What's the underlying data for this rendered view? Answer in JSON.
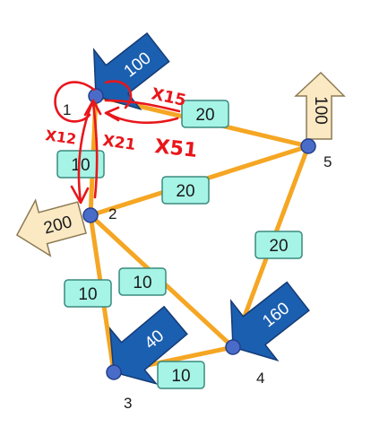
{
  "nodes": [
    {
      "id": "1",
      "label": "1"
    },
    {
      "id": "2",
      "label": "2"
    },
    {
      "id": "3",
      "label": "3"
    },
    {
      "id": "4",
      "label": "4"
    },
    {
      "id": "5",
      "label": "5"
    }
  ],
  "edges": [
    {
      "from": "1",
      "to": "5",
      "capacity": "20"
    },
    {
      "from": "1",
      "to": "2",
      "capacity": "10"
    },
    {
      "from": "2",
      "to": "5",
      "capacity": "20"
    },
    {
      "from": "2",
      "to": "3",
      "capacity": "10"
    },
    {
      "from": "2",
      "to": "4",
      "capacity": "10"
    },
    {
      "from": "3",
      "to": "4",
      "capacity": "10"
    },
    {
      "from": "5",
      "to": "4",
      "capacity": "20"
    }
  ],
  "flows": [
    {
      "node": "1",
      "value": "100",
      "kind": "supply"
    },
    {
      "node": "2",
      "value": "200",
      "kind": "demand"
    },
    {
      "node": "3",
      "value": "40",
      "kind": "supply"
    },
    {
      "node": "4",
      "value": "160",
      "kind": "supply"
    },
    {
      "node": "5",
      "value": "100",
      "kind": "demand"
    }
  ],
  "annotations": {
    "x15": "X15",
    "x12": "X12",
    "x21": "X21",
    "x51": "X51"
  },
  "colors": {
    "edge": "#f5a623",
    "node": "#4a6cc9",
    "box_fill": "#a6f4e6",
    "box_stroke": "#3a8a7e",
    "supply_fill": "#1b5fb0",
    "demand_fill": "#fbe9c4",
    "annotation": "#e8161b"
  }
}
